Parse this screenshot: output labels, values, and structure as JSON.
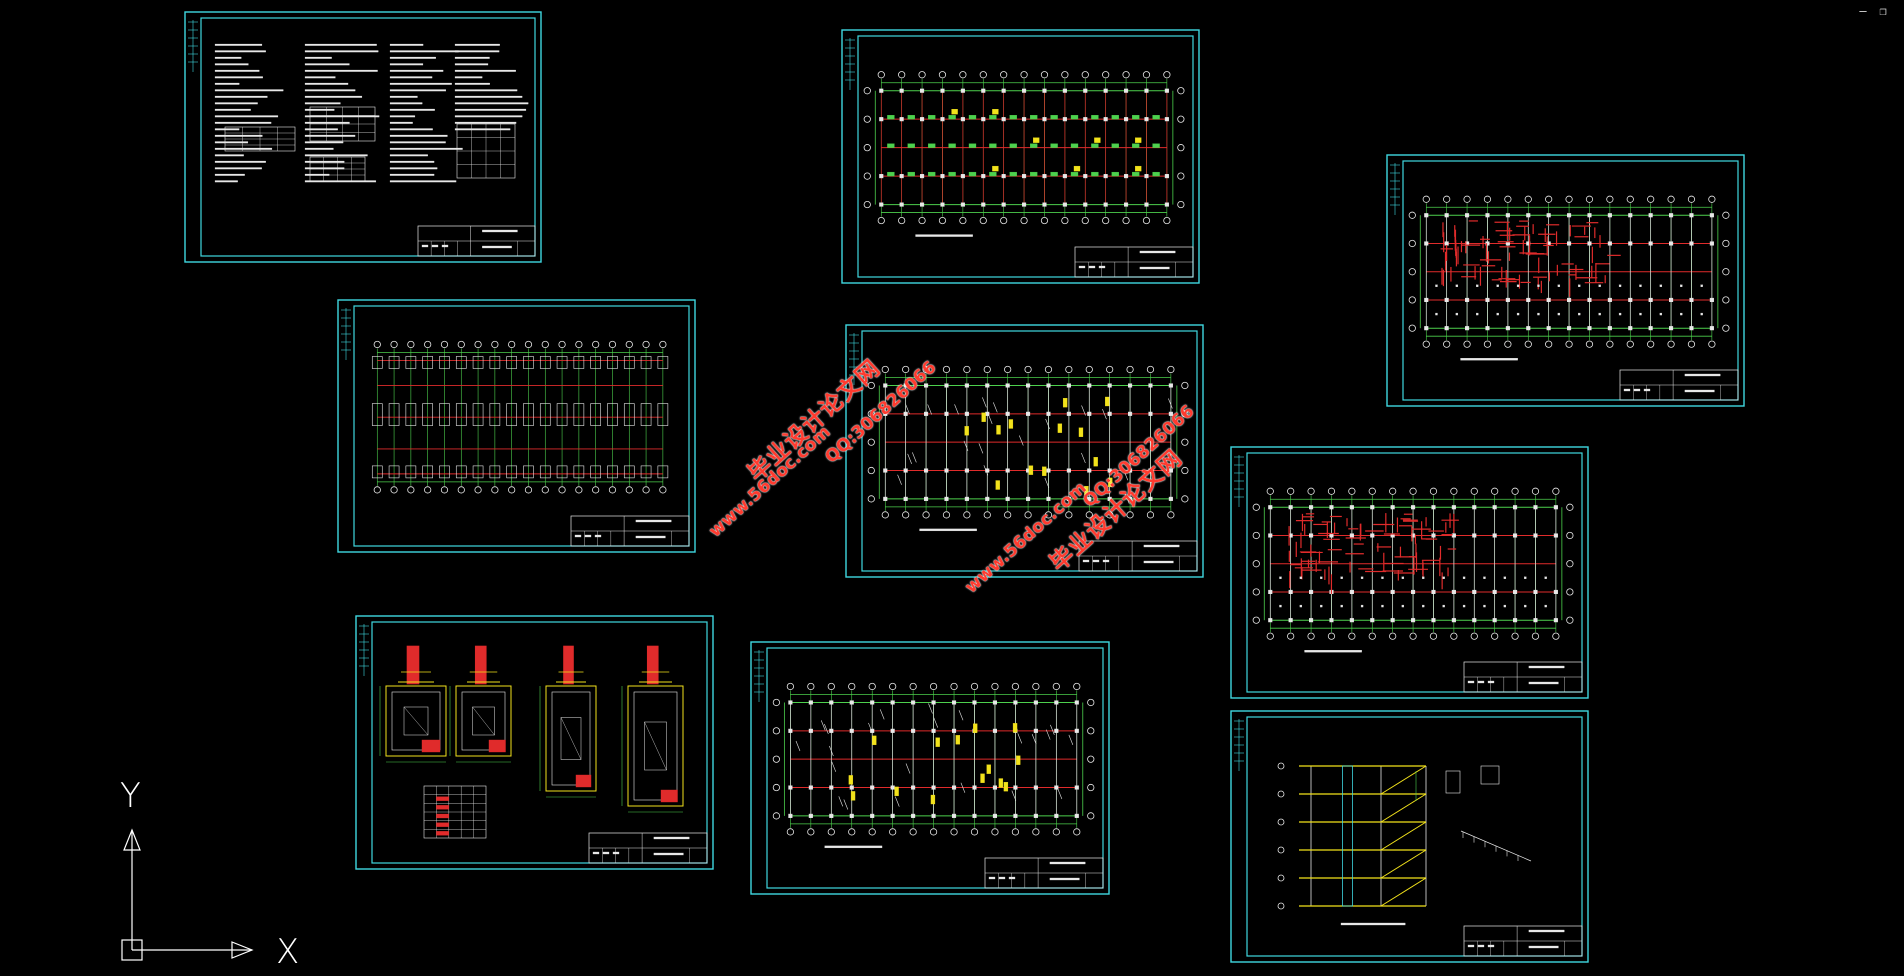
{
  "window": {
    "minimize_glyph": "–",
    "restore_glyph": "❐"
  },
  "ucs": {
    "x_label": "X",
    "y_label": "Y"
  },
  "watermarks": [
    {
      "lines": [
        "毕业设计论文网",
        "www.56doc.com",
        "QQ:306826066"
      ]
    },
    {
      "lines": [
        "毕业设计论文网",
        "www.56doc.com",
        "QQ:306826066"
      ]
    }
  ],
  "colors": {
    "background": "#000000",
    "frame": "#3fd8e0",
    "grid_green": "#4dd14d",
    "rebar_red": "#e02b2b",
    "annotation_yellow": "#f2e21b",
    "text_white": "#e8e8e8"
  }
}
